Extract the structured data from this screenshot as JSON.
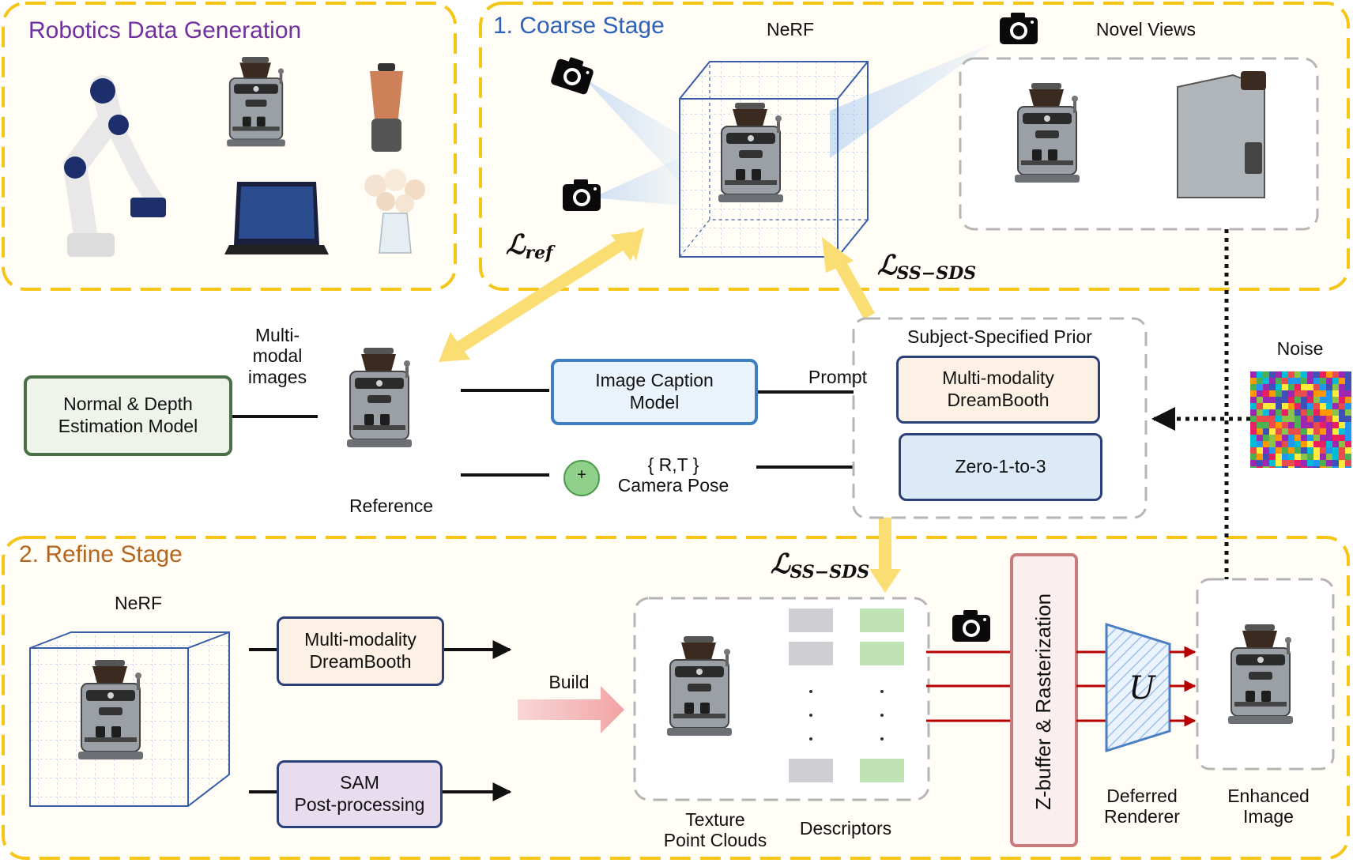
{
  "robotics": {
    "title": "Robotics Data Generation"
  },
  "coarse": {
    "title": "1. Coarse Stage",
    "nerf_label": "NeRF",
    "novel_views_label": "Novel Views",
    "loss_ref_symbol": "ℒ",
    "loss_ref_sub": "ref",
    "loss_sds_symbol": "ℒ",
    "loss_sds_sub": "SS−SDS"
  },
  "middle": {
    "normal_depth_model": "Normal & Depth\nEstimation Model",
    "multimodal_images": "Multi-\nmodal\nimages",
    "reference_label": "Reference",
    "image_caption_model": "Image Caption\nModel",
    "prompt_label": "Prompt",
    "plus_symbol": "+",
    "camera_pose": "{ R,T }\nCamera Pose",
    "prior_title": "Subject-Specified Prior",
    "dreambooth": "Multi-modality\nDreamBooth",
    "zero123": "Zero-1-to-3",
    "noise_label": "Noise"
  },
  "refine": {
    "title": "2. Refine Stage",
    "nerf_label": "NeRF",
    "dreambooth": "Multi-modality\nDreamBooth",
    "sam": "SAM\nPost-processing",
    "build_label": "Build",
    "loss_sds_symbol": "ℒ",
    "loss_sds_sub": "SS−SDS",
    "texture_label": "Texture\nPoint Clouds",
    "descriptors_label": "Descriptors",
    "zbuffer_label": "Z-buffer & Rasterization",
    "unet_symbol": "U",
    "deferred_label": "Deferred\nRenderer",
    "enhanced_label": "Enhanced\nImage"
  },
  "colors": {
    "stage_border": "#f5c518",
    "stage_fill": "#fffdf6",
    "robotics_title": "#7030a0",
    "coarse_title": "#2e62b8",
    "refine_title": "#b5651d",
    "yellow_arrow": "#fadd73",
    "red_arrow": "#b80000",
    "nerf_cube": "#3a5da8"
  }
}
